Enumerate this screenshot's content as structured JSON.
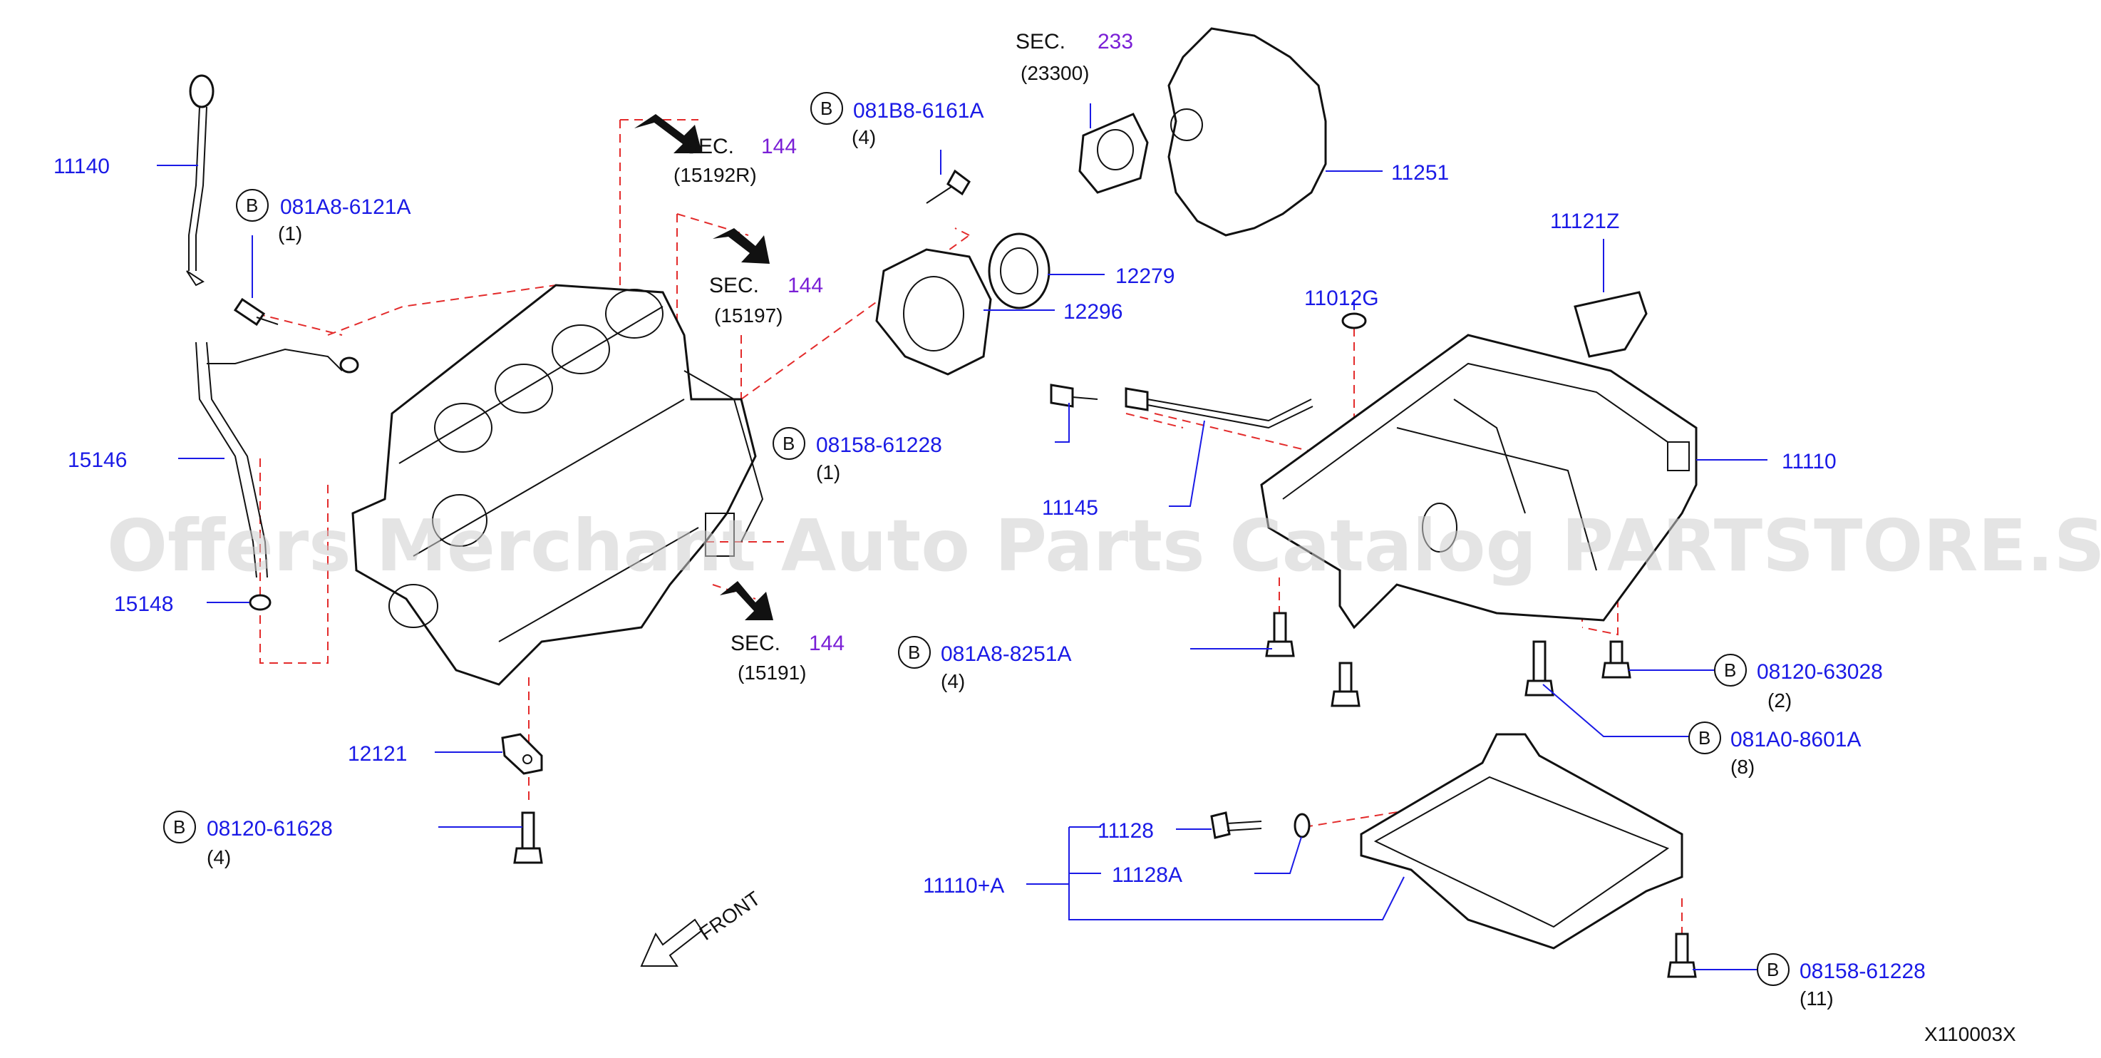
{
  "watermark": "Offers Merchant Auto Parts Catalog PARTSTORE.SA",
  "diagram_code": "X110003X",
  "front_label": "FRONT",
  "bolt_marker": "B",
  "sections": [
    {
      "sec": "SEC.",
      "num": "233",
      "ref": "(23300)"
    },
    {
      "sec": "SEC.",
      "num": "144",
      "ref": "(15192R)"
    },
    {
      "sec": "SEC.",
      "num": "144",
      "ref": "(15197)"
    },
    {
      "sec": "SEC.",
      "num": "144",
      "ref": "(15191)"
    }
  ],
  "parts": {
    "p11140": "11140",
    "p15146": "15146",
    "p15148": "15148",
    "p12121": "12121",
    "p11251": "11251",
    "p12279": "12279",
    "p12296": "12296",
    "p11012G": "11012G",
    "p11121Z": "11121Z",
    "p11110": "11110",
    "p11145": "11145",
    "p11128": "11128",
    "p11128A": "11128A",
    "p11110A": "11110+A"
  },
  "bolts": [
    {
      "code": "081A8-6121A",
      "qty": "(1)"
    },
    {
      "code": "081B8-6161A",
      "qty": "(4)"
    },
    {
      "code": "08158-61228",
      "qty": "(1)"
    },
    {
      "code": "081A8-8251A",
      "qty": "(4)"
    },
    {
      "code": "08120-61628",
      "qty": "(4)"
    },
    {
      "code": "08120-63028",
      "qty": "(2)"
    },
    {
      "code": "081A0-8601A",
      "qty": "(8)"
    },
    {
      "code": "08158-61228",
      "qty": "(11)"
    }
  ]
}
